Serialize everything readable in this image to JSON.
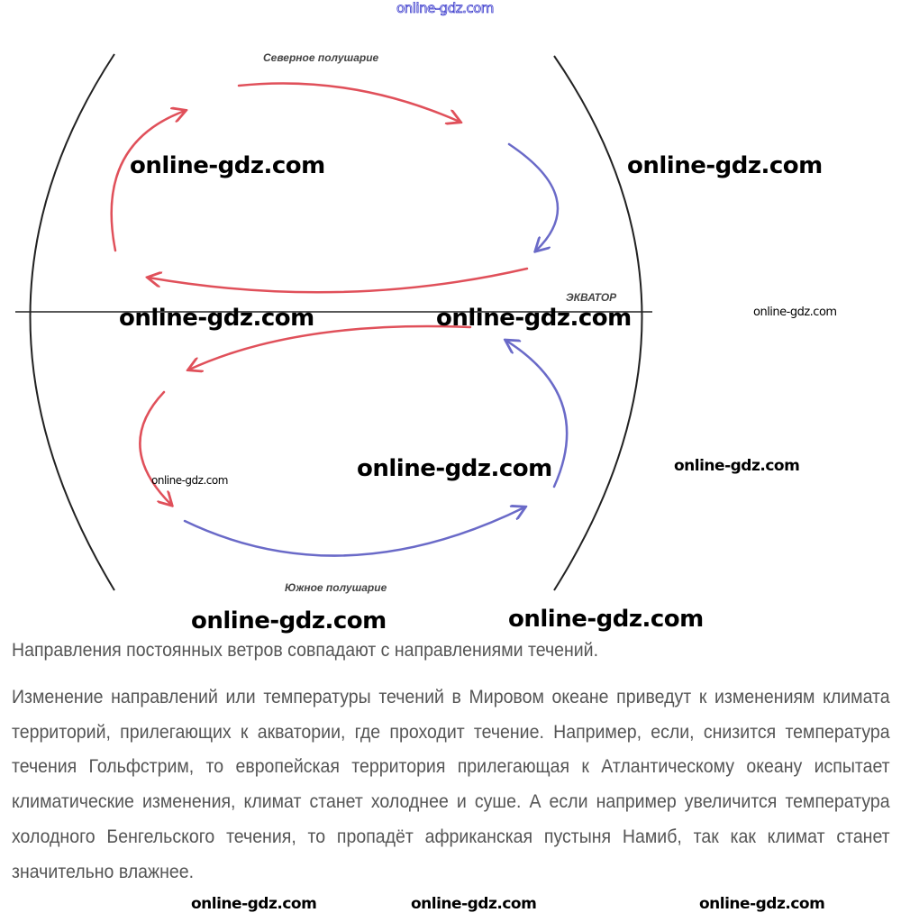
{
  "watermark_top": "online-gdz.com",
  "diagram": {
    "north_label": "Северное полушарие",
    "south_label": "Южное полушарие",
    "equator_label": "ЭКВАТОР",
    "colors": {
      "warm": "#e0505a",
      "cold": "#6a6ac8",
      "line": "#222222"
    }
  },
  "watermarks": [
    "online-gdz.com",
    "online-gdz.com",
    "online-gdz.com",
    "online-gdz.com",
    "online-gdz.com",
    "online-gdz.com",
    "online-gdz.com",
    "online-gdz.com",
    "online-gdz.com",
    "online-gdz.com",
    "online-gdz.com",
    "online-gdz.com",
    "online-gdz.com"
  ],
  "text": {
    "p1": "Направления постоянных ветров совпадают с направлениями течений.",
    "p2": "Изменение направлений или температуры течений в Мировом океане приведут к изменениям климата территорий, прилегающих к акватории, где проходит течение. Например, если, снизится температура течения Гольфстрим, то европейская территория прилегающая к Атлантическому океану испытает климатические изменения, климат станет холоднее и суше. А если например увеличится температура холодного Бенгельского течения, то пропадёт африканская пустыня Намиб, так как климат станет значительно влажнее."
  }
}
